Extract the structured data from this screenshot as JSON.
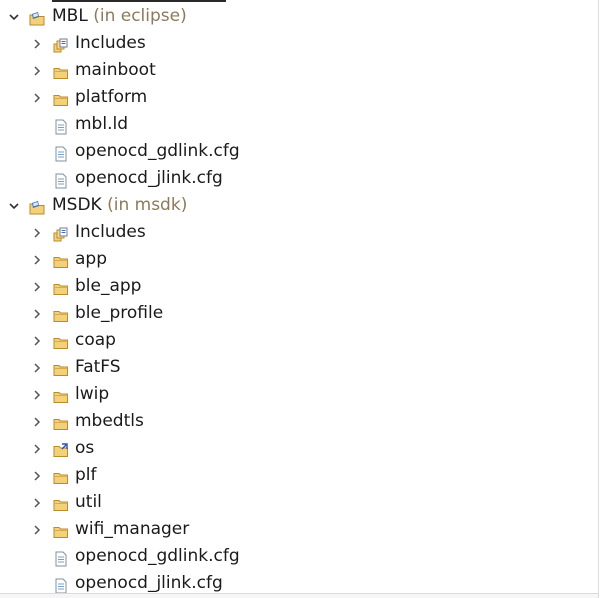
{
  "projects": [
    {
      "name": "MBL",
      "location": "(in eclipse)",
      "expanded": true,
      "children": [
        {
          "label": "Includes",
          "kind": "includes",
          "expandable": true
        },
        {
          "label": "mainboot",
          "kind": "folder",
          "expandable": true
        },
        {
          "label": "platform",
          "kind": "folder",
          "expandable": true
        },
        {
          "label": "mbl.ld",
          "kind": "file",
          "expandable": false
        },
        {
          "label": "openocd_gdlink.cfg",
          "kind": "file",
          "expandable": false
        },
        {
          "label": "openocd_jlink.cfg",
          "kind": "file",
          "expandable": false
        }
      ]
    },
    {
      "name": "MSDK",
      "location": "(in msdk)",
      "expanded": true,
      "children": [
        {
          "label": "Includes",
          "kind": "includes",
          "expandable": true
        },
        {
          "label": "app",
          "kind": "folder",
          "expandable": true
        },
        {
          "label": "ble_app",
          "kind": "folder",
          "expandable": true
        },
        {
          "label": "ble_profile",
          "kind": "folder",
          "expandable": true
        },
        {
          "label": "coap",
          "kind": "folder",
          "expandable": true
        },
        {
          "label": "FatFS",
          "kind": "folder",
          "expandable": true
        },
        {
          "label": "lwip",
          "kind": "folder",
          "expandable": true
        },
        {
          "label": "mbedtls",
          "kind": "folder",
          "expandable": true
        },
        {
          "label": "os",
          "kind": "folder-linked",
          "expandable": true
        },
        {
          "label": "plf",
          "kind": "folder",
          "expandable": true
        },
        {
          "label": "util",
          "kind": "folder",
          "expandable": true
        },
        {
          "label": "wifi_manager",
          "kind": "folder",
          "expandable": true
        },
        {
          "label": "openocd_gdlink.cfg",
          "kind": "file",
          "expandable": false
        },
        {
          "label": "openocd_jlink.cfg",
          "kind": "file",
          "expandable": false
        }
      ]
    }
  ],
  "colors": {
    "text": "#1a1a1a",
    "location": "#8c7a5a",
    "folder_fill": "#f3d17a",
    "folder_stroke": "#b98a2e",
    "project_blue": "#3f6fb5"
  }
}
